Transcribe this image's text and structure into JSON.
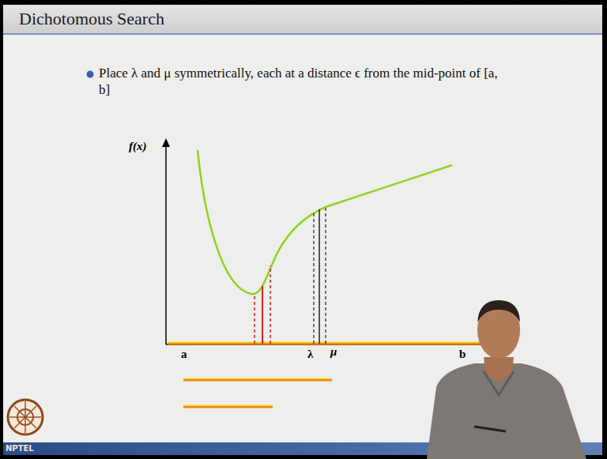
{
  "diagram": {
    "title": "Dichotomous Search",
    "labels": [
      "Place λ and μ symmetrically, each at a distance ϵ from the mid-point of [a, b]",
      "f(x)",
      "a",
      "λ",
      "μ",
      "b",
      "NPTEL"
    ]
  }
}
